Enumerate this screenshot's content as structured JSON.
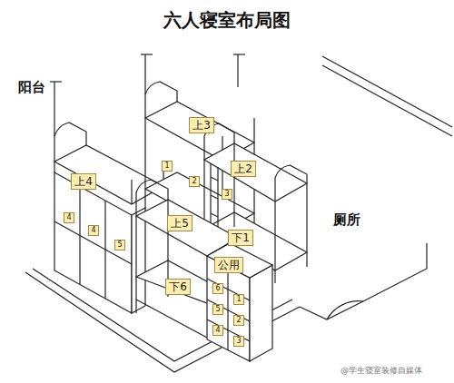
{
  "diagram": {
    "title": "六人寝室布局图",
    "nodes": [
      {
        "text": [
          "上3"
        ]
      },
      {
        "text": [
          "上2"
        ]
      },
      {
        "text": [
          "上4"
        ]
      },
      {
        "text": [
          "上5"
        ]
      },
      {
        "text": [
          "下1"
        ]
      },
      {
        "text": [
          "公用"
        ]
      },
      {
        "text": [
          "下6"
        ]
      },
      {
        "text": [
          "4"
        ]
      },
      {
        "text": [
          "4"
        ]
      },
      {
        "text": [
          "5"
        ]
      },
      {
        "text": [
          "1"
        ]
      },
      {
        "text": [
          "2"
        ]
      },
      {
        "text": [
          "3"
        ]
      },
      {
        "text": [
          "6"
        ]
      },
      {
        "text": [
          "1"
        ]
      },
      {
        "text": [
          "5"
        ]
      },
      {
        "text": [
          "2"
        ]
      },
      {
        "text": [
          "4"
        ]
      },
      {
        "text": [
          "3"
        ]
      }
    ],
    "labels": [
      "阳台",
      "厕所",
      "@学生寝室装修自媒体"
    ]
  }
}
